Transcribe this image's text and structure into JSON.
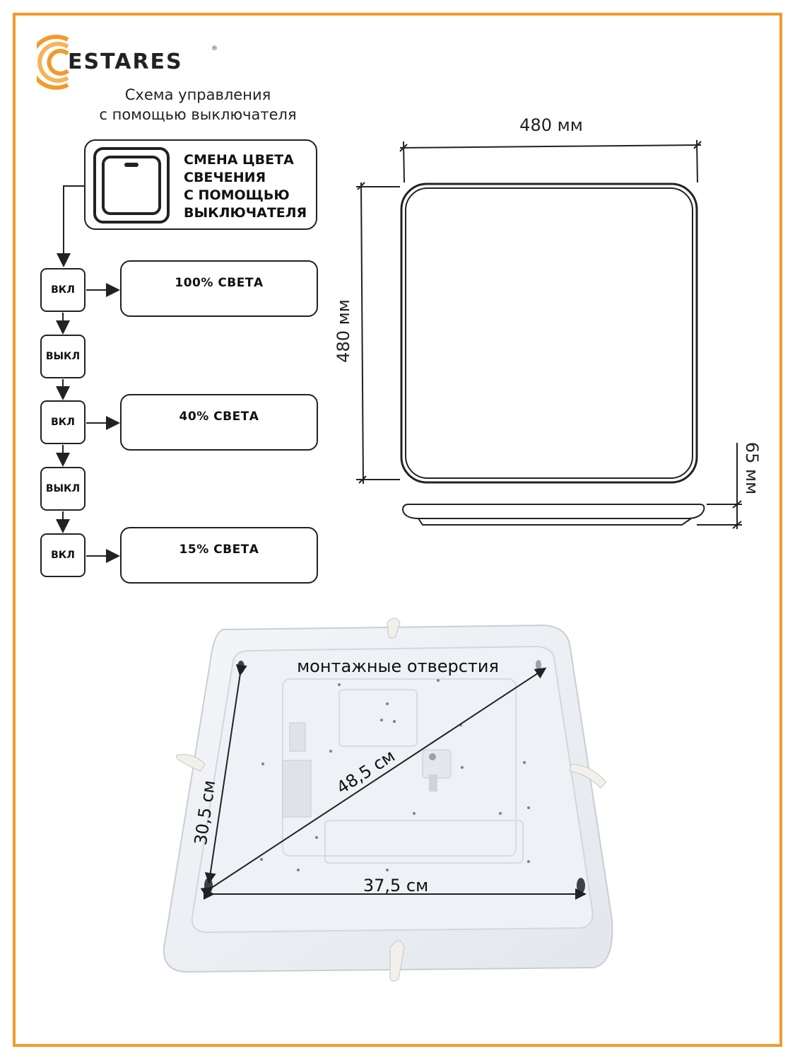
{
  "brand": {
    "name": "ESTARES",
    "registered": "®",
    "accent_color": "#f39a2c"
  },
  "subtitle": {
    "line1": "Схема управления",
    "line2": "с помощью выключателя"
  },
  "switch_panel": {
    "icon": "wall-switch-icon",
    "lines": [
      "СМЕНА ЦВЕТА",
      "СВЕЧЕНИЯ",
      "С ПОМОЩЬЮ",
      "ВЫКЛЮЧАТЕЛЯ"
    ]
  },
  "steps": [
    {
      "label": "ВКЛ",
      "result": "100% СВЕТА"
    },
    {
      "label": "ВЫКЛ"
    },
    {
      "label": "ВКЛ",
      "result": "40% СВЕТА"
    },
    {
      "label": "ВЫКЛ"
    },
    {
      "label": "ВКЛ",
      "result": "15% СВЕТА"
    }
  ],
  "dimensions": {
    "width": "480 мм",
    "height": "480 мм",
    "depth": "65 мм"
  },
  "photo": {
    "mounting_holes": "монтажные отверстия",
    "diagonal": "48,5 см",
    "vertical": "30,5 см",
    "horizontal": "37,5 см"
  }
}
